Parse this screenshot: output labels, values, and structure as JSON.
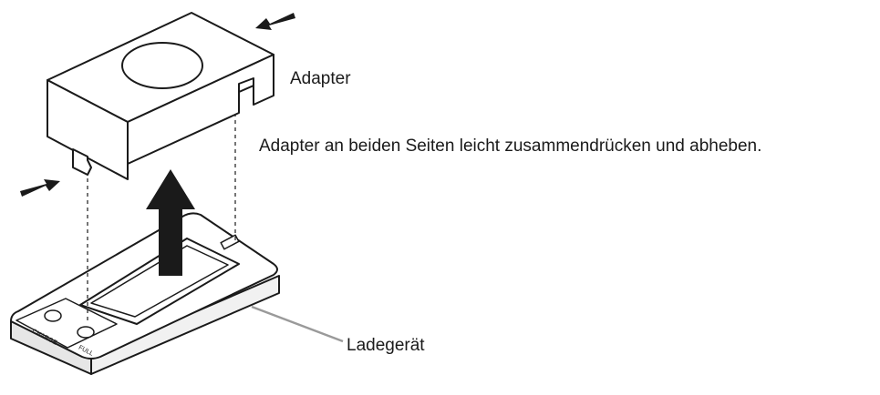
{
  "labels": {
    "adapter": "Adapter",
    "instruction": "Adapter an beiden Seiten leicht zusammendrücken und abheben.",
    "charger": "Ladegerät"
  },
  "button_labels": {
    "charge": "CHARGE",
    "full": "FULL"
  },
  "colors": {
    "line": "#1a1a1a",
    "leader": "#9a9a9a",
    "shade": "#dcdcdc",
    "background": "#ffffff"
  },
  "icons": [
    "squeeze-arrow-icon",
    "lift-arrow-icon"
  ]
}
